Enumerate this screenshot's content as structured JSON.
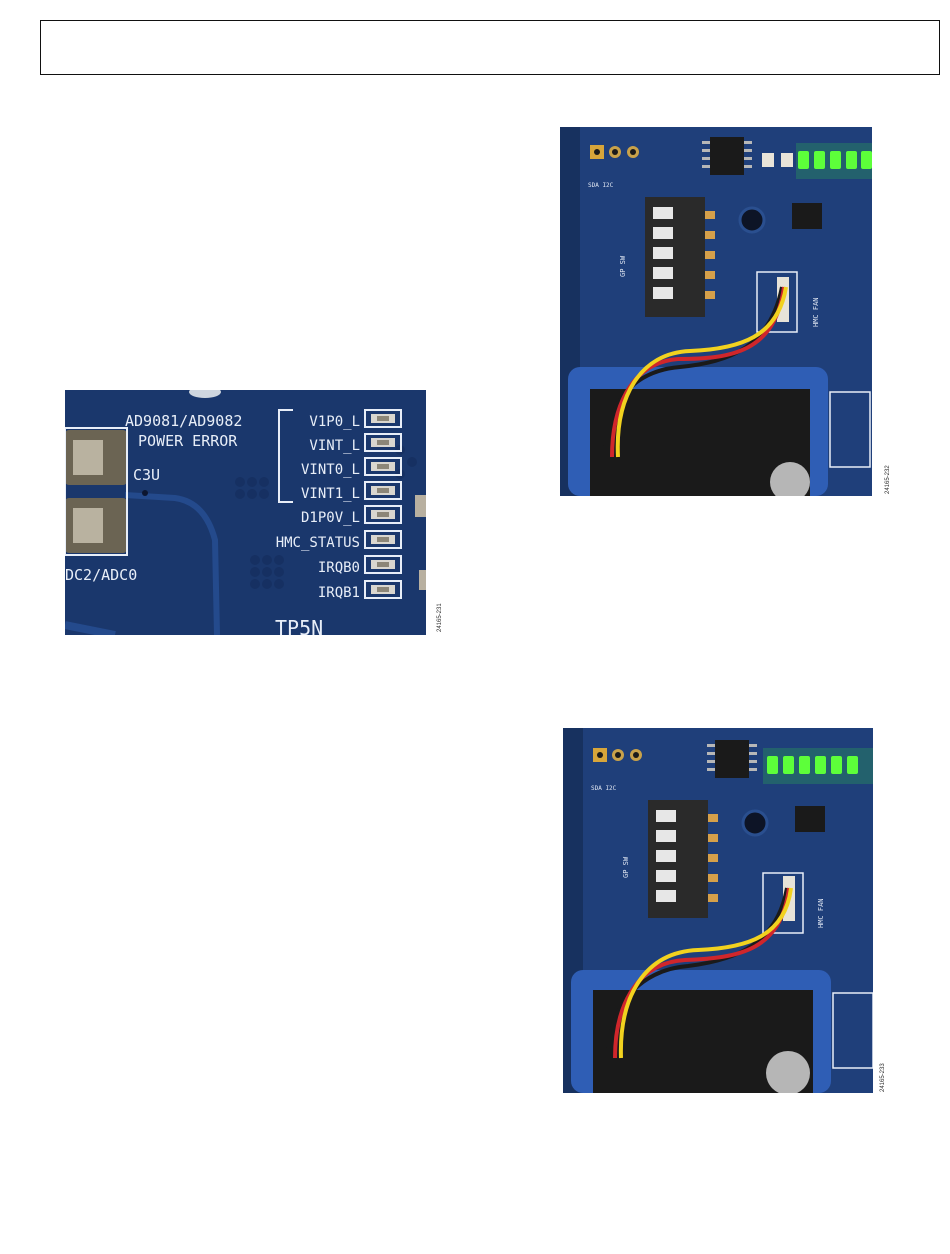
{
  "header": {
    "text": ""
  },
  "figure1": {
    "id": "24165-231",
    "chip_title": [
      "AD9081/AD9082",
      "POWER ERROR"
    ],
    "component_label": "C3U",
    "partial_label": "DC2/ADC0",
    "bottom_label": "TP5N",
    "leds": [
      "V1P0_L",
      "VINT_L",
      "VINT0_L",
      "VINT1_L",
      "D1P0V_L",
      "HMC_STATUS",
      "IRQB0",
      "IRQB1"
    ]
  },
  "figure2": {
    "id": "24165-232",
    "connector_label": "HMC FAN",
    "switch_label": "GP SW",
    "header_label": "SDA I2C",
    "leds_lit": 5
  },
  "figure3": {
    "id": "24165-233",
    "connector_label": "HMC FAN",
    "switch_label": "GP SW",
    "header_label": "SDA I2C",
    "leds_lit": 6
  },
  "colors": {
    "pcb": "#1f3f7a",
    "pcb_dark": "#15305f",
    "silkscreen": "#e8eef8",
    "led_green": "#5dff3a",
    "wire_red": "#d0262b",
    "wire_yellow": "#f2d21f",
    "wire_black": "#1a1a1a"
  }
}
